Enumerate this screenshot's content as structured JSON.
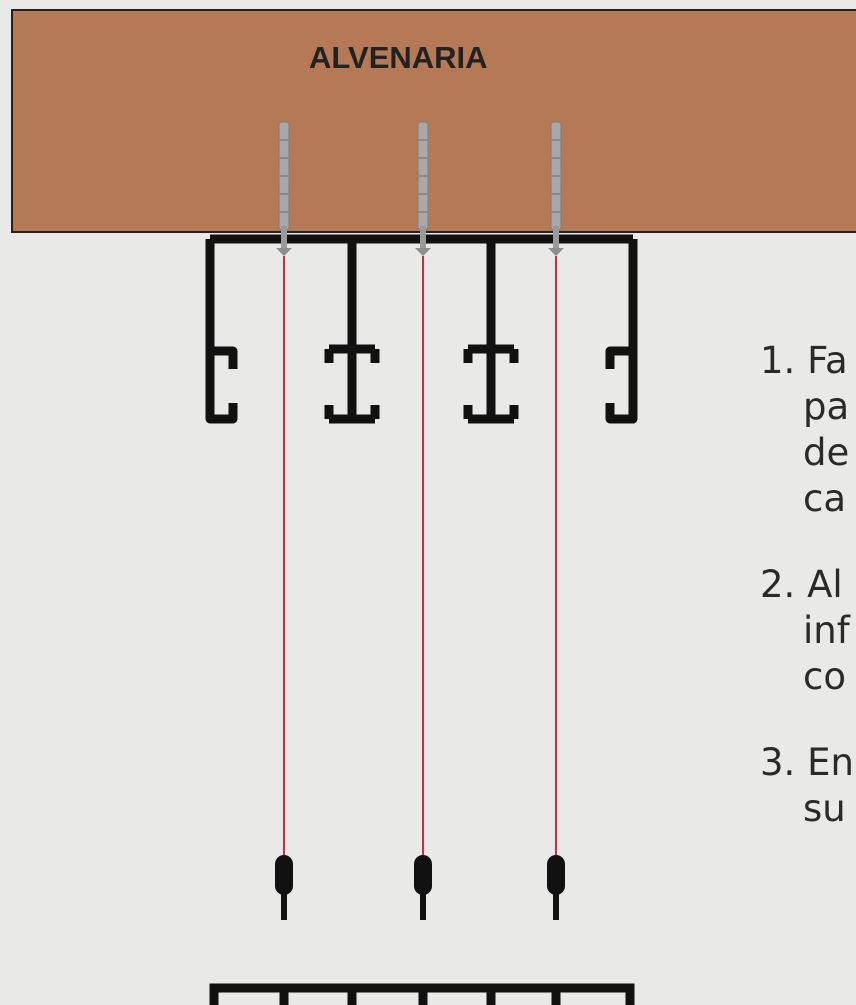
{
  "wall": {
    "label": "ALVENARIA"
  },
  "steps": [
    {
      "lines": [
        "1. Fa",
        "pa",
        "de",
        "ca"
      ]
    },
    {
      "lines": [
        "2. Al",
        "inf",
        "co"
      ]
    },
    {
      "lines": [
        "3. En",
        "su"
      ]
    }
  ],
  "colors": {
    "wall": "#b57a55",
    "profile": "#111111",
    "plumb_line": "#d92b2b",
    "anchor": "#a8a8a8",
    "background": "#e9e9e8"
  }
}
